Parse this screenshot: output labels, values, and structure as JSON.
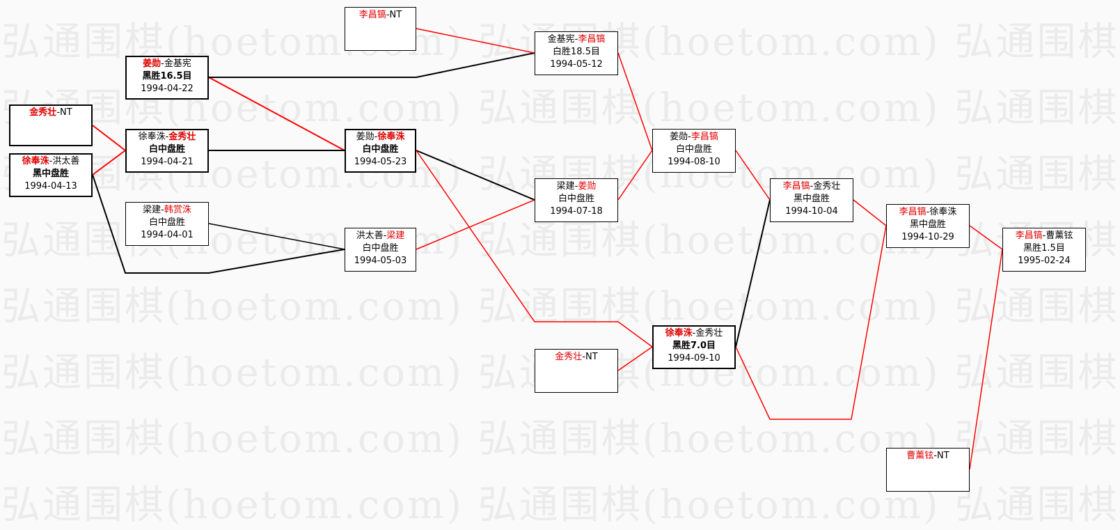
{
  "watermark": {
    "text": "弘通围棋(hoetom.com) 弘通围棋(hoetom.com) 弘通围棋(hoetom.com) 弘通围棋(hoetom.com)"
  },
  "colors": {
    "winner": "#e00000",
    "line_winner": "#ff0000",
    "line_loser": "#000000",
    "watermark": "#ebebeb"
  },
  "boxes": [
    {
      "name": "match-kim-sooin-nt",
      "winner": "金秀壮",
      "sep": "-",
      "loser": "NT",
      "win_first": true,
      "result": "",
      "date": "",
      "thick": true
    },
    {
      "name": "match-seo-vs-hong",
      "winner": "徐奉洙",
      "sep": "-",
      "loser": "洪太善",
      "win_first": true,
      "result": "黑中盘胜",
      "date": "1994-04-13",
      "thick": true
    },
    {
      "name": "match-liang-vs-han",
      "winner": "韩赏洙",
      "sep": "-",
      "loser": "梁建",
      "win_first": false,
      "result": "白中盘胜",
      "date": "1994-04-01",
      "thick": false
    },
    {
      "name": "match-jiang-vs-kim-kihun",
      "winner": "姜勋",
      "sep": "-",
      "loser": "金基宪",
      "win_first": true,
      "result": "黑胜16.5目",
      "date": "1994-04-22",
      "thick": true
    },
    {
      "name": "match-seo-vs-kim-r2",
      "winner": "金秀壮",
      "sep": "-",
      "loser": "徐奉洙",
      "win_first": false,
      "result": "白中盘胜",
      "date": "1994-04-21",
      "thick": true
    },
    {
      "name": "match-lee-changho-nt",
      "winner": "李昌镐",
      "sep": "-",
      "loser": "NT",
      "win_first": true,
      "result": "",
      "date": "",
      "thick": false
    },
    {
      "name": "match-jiang-vs-seo",
      "winner": "徐奉洙",
      "sep": "-",
      "loser": "姜勋",
      "win_first": false,
      "result": "白中盘胜",
      "date": "1994-05-23",
      "thick": true
    },
    {
      "name": "match-hong-vs-liang",
      "winner": "梁建",
      "sep": "-",
      "loser": "洪太善",
      "win_first": false,
      "result": "白中盘胜",
      "date": "1994-05-03",
      "thick": false
    },
    {
      "name": "match-kim-kihun-vs-lee",
      "winner": "李昌镐",
      "sep": "-",
      "loser": "金基宪",
      "win_first": false,
      "result": "白胜18.5目",
      "date": "1994-05-12",
      "thick": false
    },
    {
      "name": "match-liang-vs-jiang",
      "winner": "姜勋",
      "sep": "-",
      "loser": "梁建",
      "win_first": false,
      "result": "白中盘胜",
      "date": "1994-07-18",
      "thick": false
    },
    {
      "name": "match-kim-sooin-nt-2",
      "winner": "金秀壮",
      "sep": "-",
      "loser": "NT",
      "win_first": true,
      "result": "",
      "date": "",
      "thick": false
    },
    {
      "name": "match-jiang-vs-lee",
      "winner": "李昌镐",
      "sep": "-",
      "loser": "姜勋",
      "win_first": false,
      "result": "白中盘胜",
      "date": "1994-08-10",
      "thick": false
    },
    {
      "name": "match-seo-vs-kim-r3",
      "winner": "徐奉洙",
      "sep": "-",
      "loser": "金秀壮",
      "win_first": true,
      "result": "黑胜7.0目",
      "date": "1994-09-10",
      "thick": true
    },
    {
      "name": "match-lee-vs-kim-sooin",
      "winner": "李昌镐",
      "sep": "-",
      "loser": "金秀壮",
      "win_first": true,
      "result": "黑中盘胜",
      "date": "1994-10-04",
      "thick": false
    },
    {
      "name": "match-lee-vs-seo",
      "winner": "李昌镐",
      "sep": "-",
      "loser": "徐奉洙",
      "win_first": true,
      "result": "黑中盘胜",
      "date": "1994-10-29",
      "thick": false
    },
    {
      "name": "match-cao-nt",
      "winner": "曹薰铉",
      "sep": "-",
      "loser": "NT",
      "win_first": true,
      "result": "",
      "date": "",
      "thick": false
    },
    {
      "name": "match-final-lee-vs-cao",
      "winner": "李昌镐",
      "sep": "-",
      "loser": "曹薰铉",
      "win_first": true,
      "result": "黑胜1.5目",
      "date": "1995-02-24",
      "thick": false
    }
  ]
}
